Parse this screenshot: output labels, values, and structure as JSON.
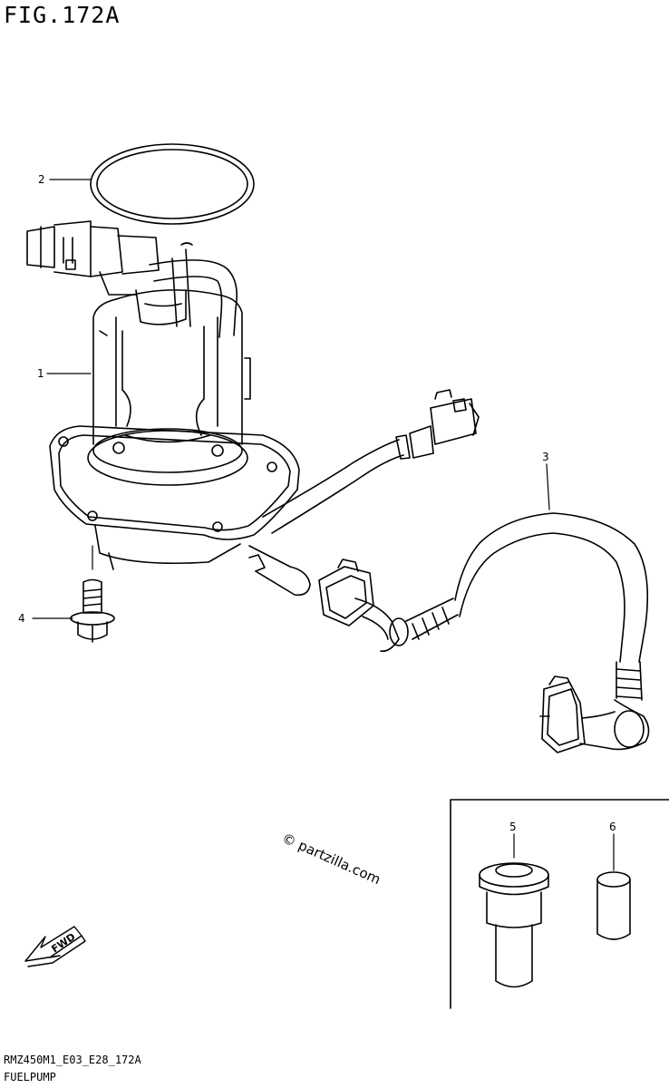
{
  "figure": {
    "title": "FIG.172A",
    "code": "RMZ450M1_E03_E28_172A",
    "name": "FUELPUMP"
  },
  "callouts": [
    {
      "id": "c1",
      "label": "1"
    },
    {
      "id": "c2",
      "label": "2"
    },
    {
      "id": "c3",
      "label": "3"
    },
    {
      "id": "c4",
      "label": "4"
    },
    {
      "id": "c5",
      "label": "5"
    },
    {
      "id": "c6",
      "label": "6"
    }
  ],
  "watermark": "© partzilla.com",
  "direction_marker": "FWD"
}
